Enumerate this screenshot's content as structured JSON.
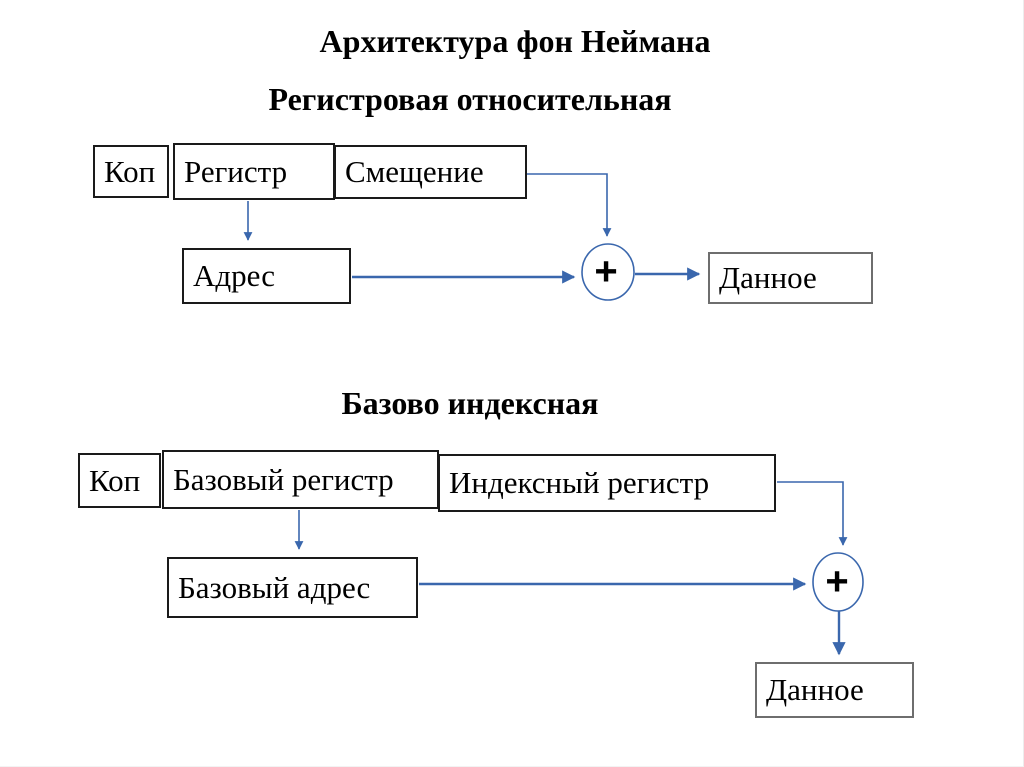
{
  "page": {
    "title": "Архитектура фон Неймана"
  },
  "colors": {
    "connector_blue": "#3A67AD",
    "box_border_black": "#1a1a1a",
    "box_border_gray": "#6e6e6e",
    "text_black": "#000000",
    "background": "#ffffff"
  },
  "diagram1": {
    "subtitle": "Регистровая относительная",
    "instruction_fields": [
      {
        "label": "Коп"
      },
      {
        "label": "Регистр"
      },
      {
        "label": "Смещение"
      }
    ],
    "address_box": "Адрес",
    "adder_symbol": "+",
    "data_box": "Данное"
  },
  "diagram2": {
    "subtitle": "Базово индексная",
    "instruction_fields": [
      {
        "label": "Коп"
      },
      {
        "label": "Базовый регистр"
      },
      {
        "label": "Индексный регистр"
      }
    ],
    "address_box": "Базовый адрес",
    "adder_symbol": "+",
    "data_box": "Данное"
  }
}
